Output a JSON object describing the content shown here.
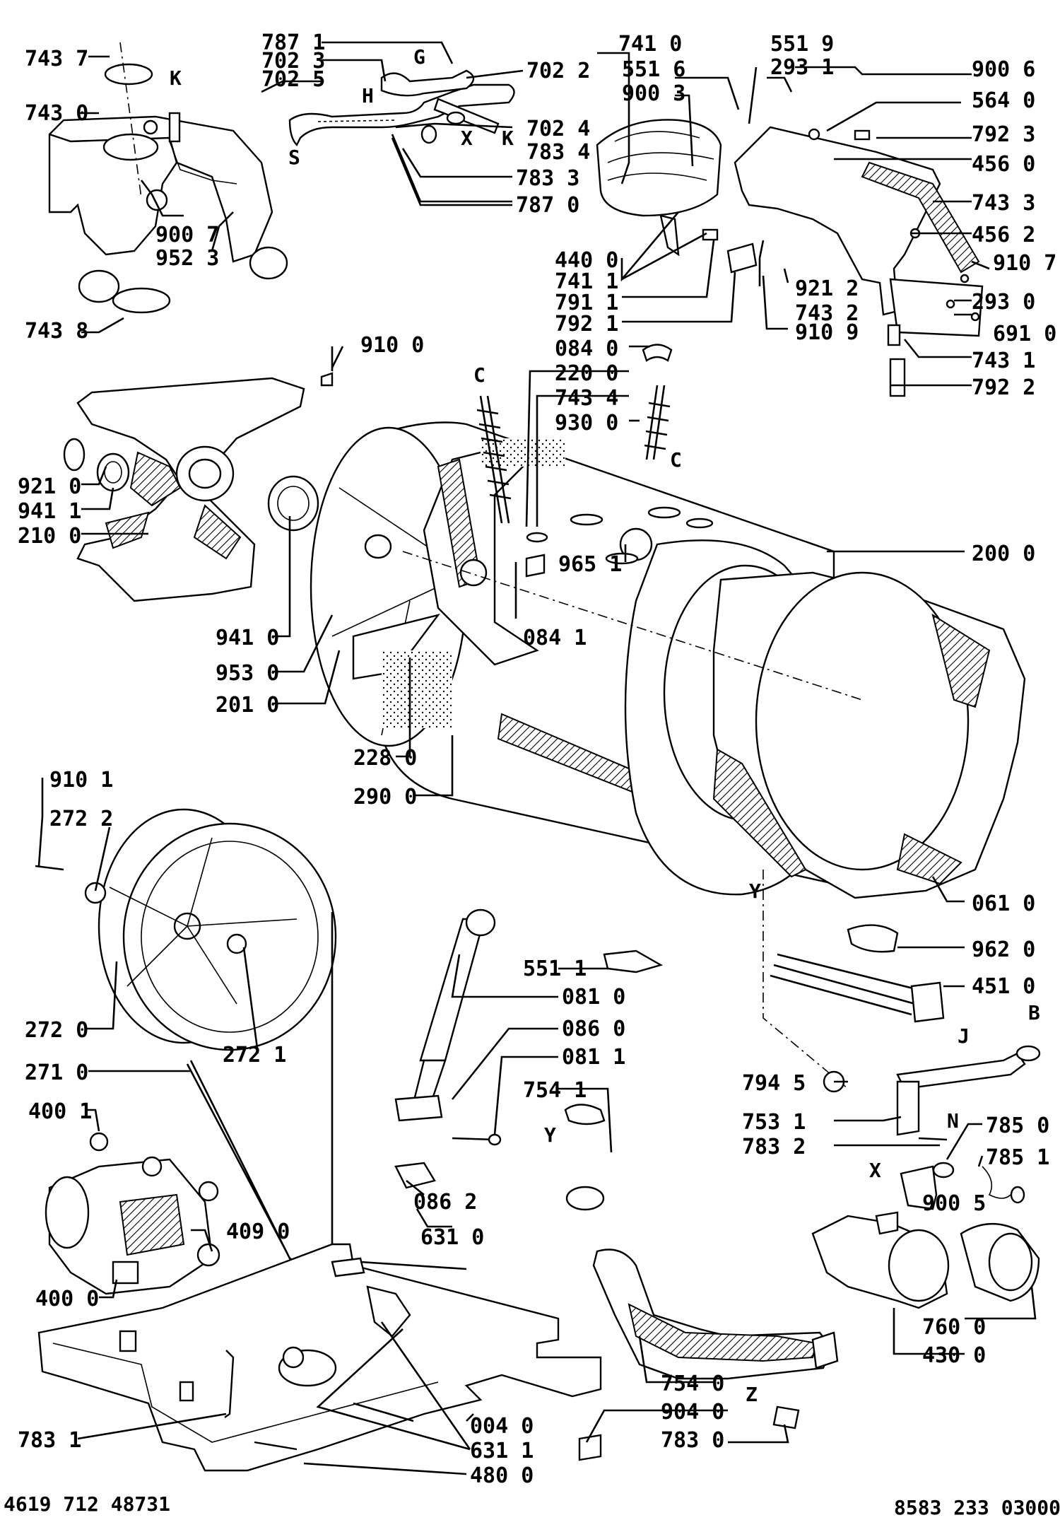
{
  "diagram": {
    "type": "exploded-parts-diagram",
    "footer_left": "4619 712 48731",
    "footer_right": "8583 233 03000",
    "part_labels": [
      "743 7",
      "743 0",
      "743 8",
      "900 7",
      "952 3",
      "787 1",
      "702 3",
      "702 5",
      "702 2",
      "702 4",
      "783 4",
      "783 3",
      "787 0",
      "741 0",
      "551 6",
      "900 3",
      "551 9",
      "293 1",
      "900 6",
      "564 0",
      "792 3",
      "456 0",
      "743 3",
      "456 2",
      "910 7",
      "293 0",
      "691 0",
      "743 1",
      "792 2",
      "440 0",
      "741 1",
      "791 1",
      "792 1",
      "921 2",
      "743 2",
      "910 9",
      "084 0",
      "220 0",
      "743 4",
      "930 0",
      "910 0",
      "921 0",
      "941 1",
      "210 0",
      "941 0",
      "965 1",
      "200 0",
      "084 1",
      "953 0",
      "201 0",
      "228 0",
      "290 0",
      "061 0",
      "910 1",
      "272 2",
      "272 0",
      "272 1",
      "271 0",
      "962 0",
      "451 0",
      "551 1",
      "081 0",
      "086 0",
      "081 1",
      "754 1",
      "794 5",
      "753 1",
      "783 2",
      "785 0",
      "785 1",
      "900 5",
      "400 1",
      "409 0",
      "400 0",
      "086 2",
      "631 0",
      "760 0",
      "430 0",
      "754 0",
      "904 0",
      "783 0",
      "783 1",
      "004 0",
      "631 1",
      "480 0"
    ],
    "letter_labels": [
      "G",
      "H",
      "S",
      "K",
      "X",
      "K",
      "C",
      "C",
      "Y",
      "Y",
      "J",
      "B",
      "N",
      "X",
      "Z"
    ]
  },
  "icons": {
    "drum": "drum-assembly-icon",
    "pulley": "pulley-wheel-icon",
    "motor": "motor-icon",
    "base": "base-plate-icon",
    "pump": "drain-pump-icon",
    "spider": "drum-spider-icon"
  }
}
